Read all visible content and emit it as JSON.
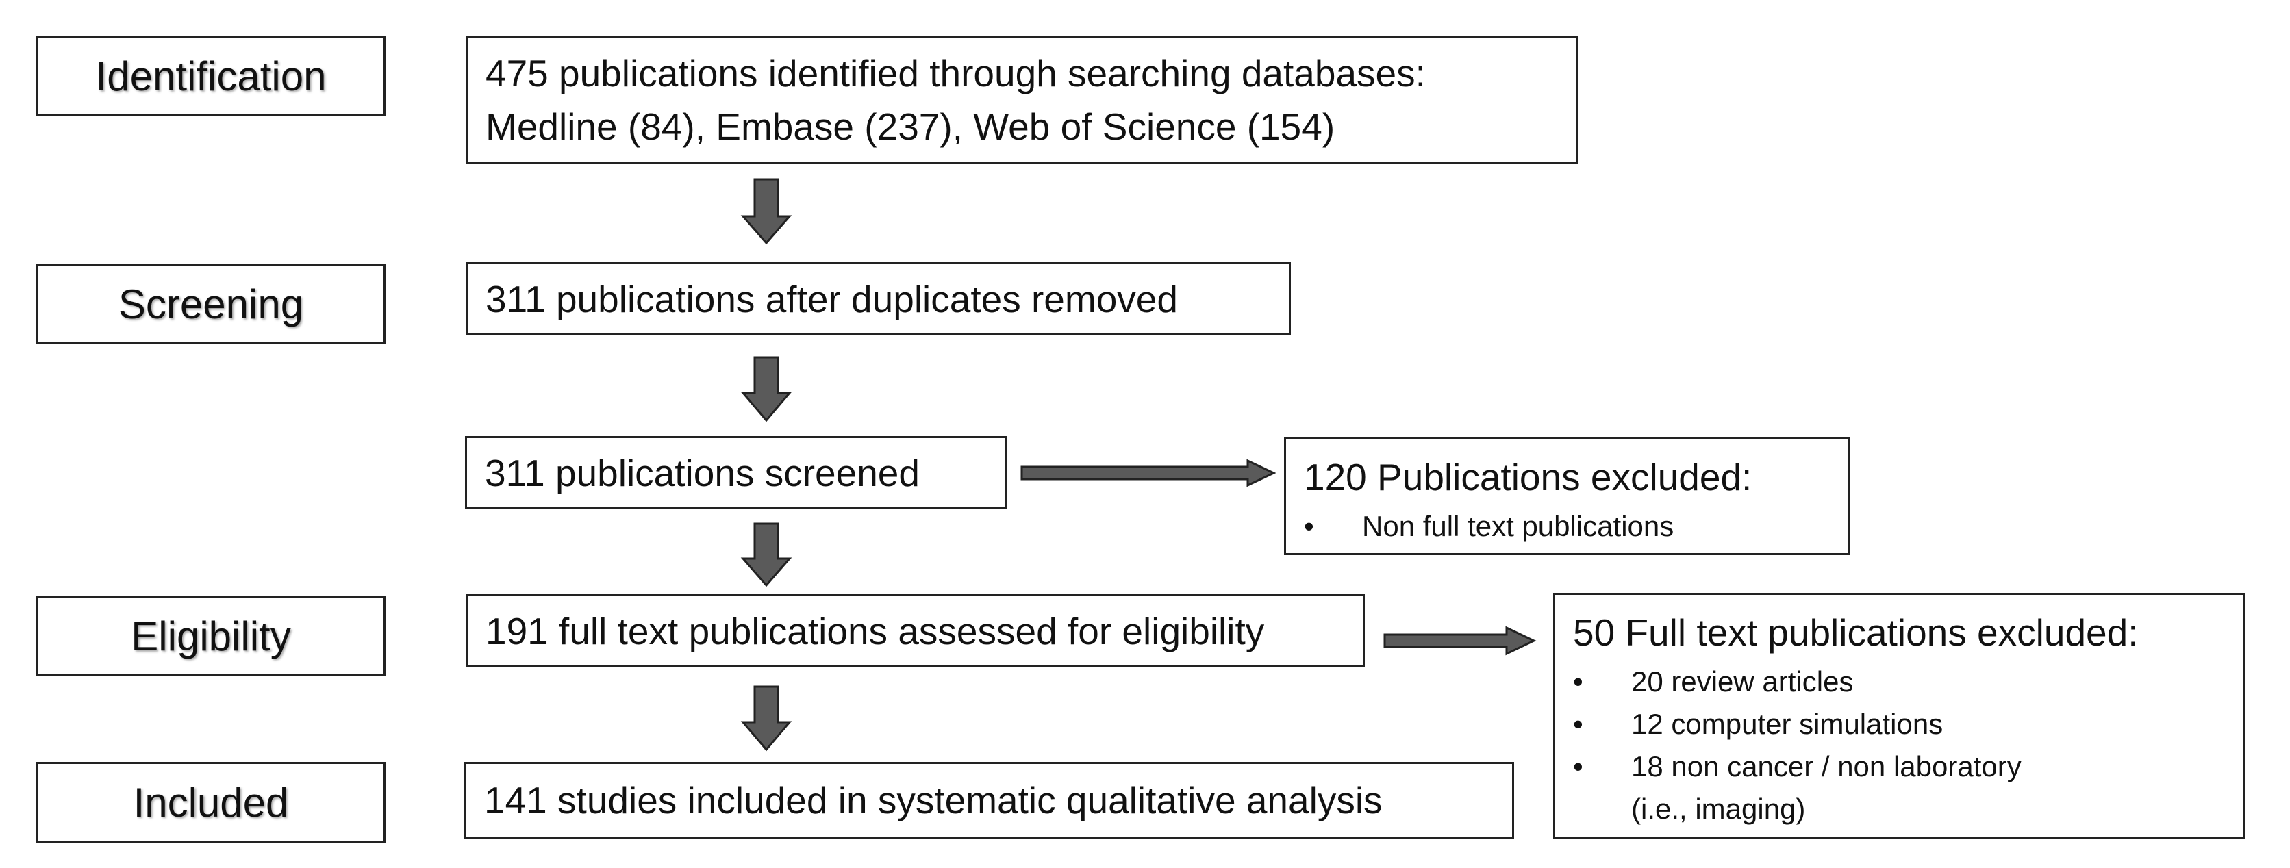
{
  "stages": {
    "identification": "Identification",
    "screening": "Screening",
    "eligibility": "Eligibility",
    "included": "Included"
  },
  "flow": {
    "identified_line1": "475 publications identified through searching databases:",
    "identified_line2": "Medline (84), Embase (237), Web of Science (154)",
    "after_duplicates": "311 publications after duplicates removed",
    "screened": "311 publications screened",
    "assessed": "191 full text publications assessed for eligibility",
    "included": "141 studies included in systematic qualitative analysis"
  },
  "exclusions": {
    "screening": {
      "title": "120 Publications excluded:",
      "items": [
        "Non full text publications"
      ]
    },
    "eligibility": {
      "title": "50 Full text publications excluded:",
      "items": [
        "20 review articles",
        "12 computer simulations",
        "18 non cancer  / non laboratory"
      ],
      "continuation": "(i.e., imaging)"
    }
  },
  "colors": {
    "arrow_fill": "#5a5a5a",
    "arrow_stroke": "#222222",
    "border": "#222222"
  }
}
